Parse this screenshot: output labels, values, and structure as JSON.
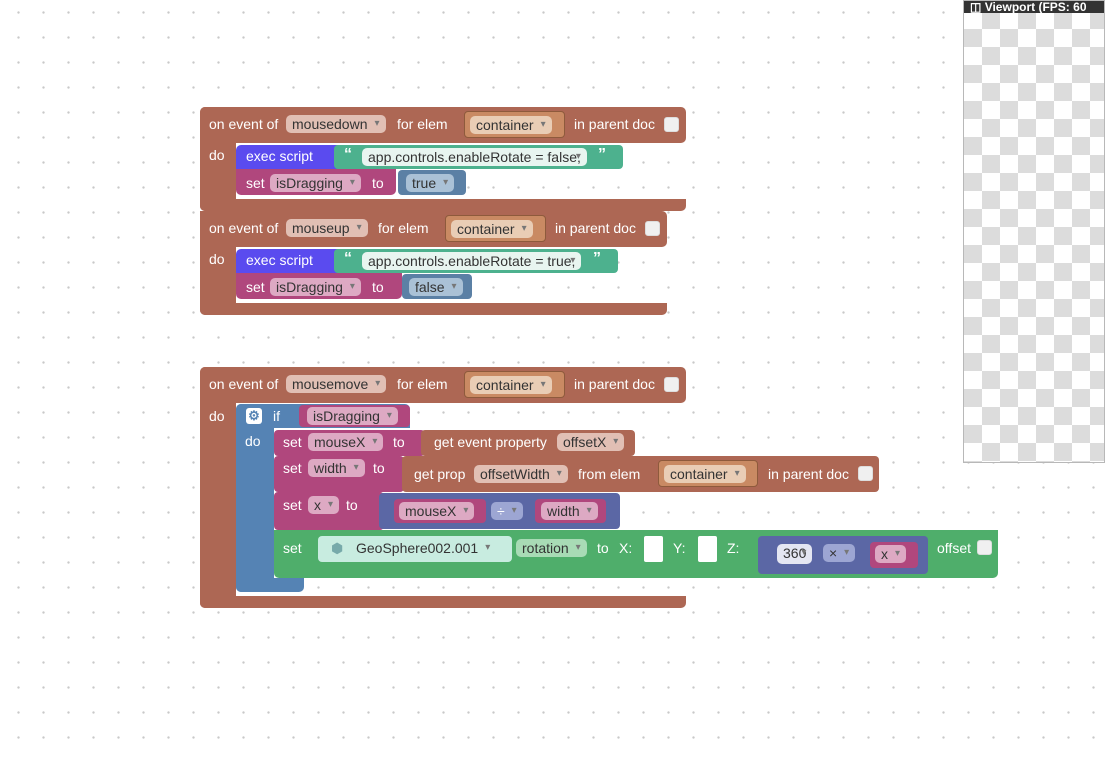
{
  "colors": {
    "event": "#ad6754",
    "set_var": "#b0477d",
    "exec": "#5a4bef",
    "text": "#4db18e",
    "bool": "#5b80a5",
    "logic": "#5583b4",
    "math": "#5b67a5",
    "object": "#4fae6b",
    "var_field": "#c98aa8"
  },
  "block1": {
    "on_event_of": "on event of",
    "event": "mousedown",
    "for_elem": "for elem",
    "elem": "container",
    "in_parent_doc": "in parent doc",
    "do": "do",
    "exec_script": "exec script",
    "script": "app.controls.enableRotate = false;",
    "set": "set",
    "var": "isDragging",
    "to": "to",
    "value": "true"
  },
  "block2": {
    "on_event_of": "on event of",
    "event": "mouseup",
    "for_elem": "for elem",
    "elem": "container",
    "in_parent_doc": "in parent doc",
    "do": "do",
    "exec_script": "exec script",
    "script": "app.controls.enableRotate = true;",
    "set": "set",
    "var": "isDragging",
    "to": "to",
    "value": "false"
  },
  "block3": {
    "on_event_of": "on event of",
    "event": "mousemove",
    "for_elem": "for elem",
    "elem": "container",
    "in_parent_doc": "in parent doc",
    "do": "do",
    "if": "if",
    "if_do": "do",
    "cond_var": "isDragging",
    "set1": {
      "set": "set",
      "var": "mouseX",
      "to": "to",
      "get_event_property": "get event property",
      "prop": "offsetX"
    },
    "set2": {
      "set": "set",
      "var": "width",
      "to": "to",
      "get_prop": "get prop",
      "prop": "offsetWidth",
      "from_elem": "from elem",
      "elem": "container",
      "in_parent_doc": "in parent doc"
    },
    "set3": {
      "set": "set",
      "var": "x",
      "to": "to",
      "left": "mouseX",
      "op": "÷",
      "right": "width"
    },
    "set4": {
      "set": "set",
      "object": "GeoSphere002.001",
      "property": "rotation",
      "to": "to",
      "x_label": "X:",
      "y_label": "Y:",
      "z_label": "Z:",
      "num": "360",
      "op": "×",
      "var": "x",
      "offset": "offset"
    }
  },
  "viewport": {
    "title": "Viewport (FPS: 60"
  }
}
